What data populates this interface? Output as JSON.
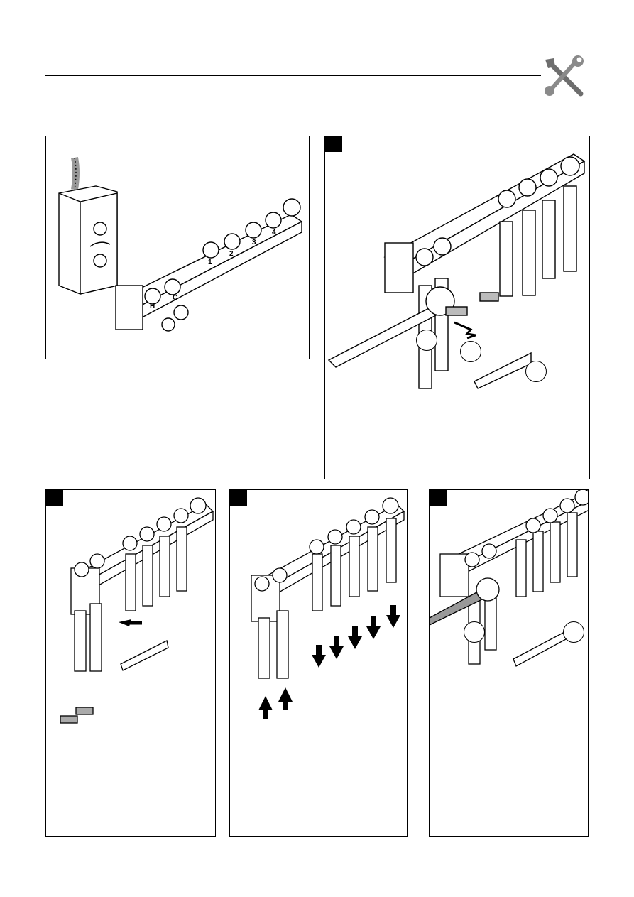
{
  "header": {
    "tools_icon": "wrench-screwdriver-icon"
  },
  "panels": [
    {
      "id": "p0",
      "label": ""
    },
    {
      "id": "p1",
      "label": ""
    },
    {
      "id": "p2",
      "label": ""
    },
    {
      "id": "p3",
      "label": ""
    },
    {
      "id": "p4",
      "label": ""
    }
  ],
  "manifold": {
    "port_labels": [
      "H",
      "C",
      "1",
      "2",
      "3",
      "4"
    ]
  },
  "colors": {
    "line": "#000000",
    "icon_grey": "#7a7a7a",
    "part_grey": "#9a9a9a"
  }
}
